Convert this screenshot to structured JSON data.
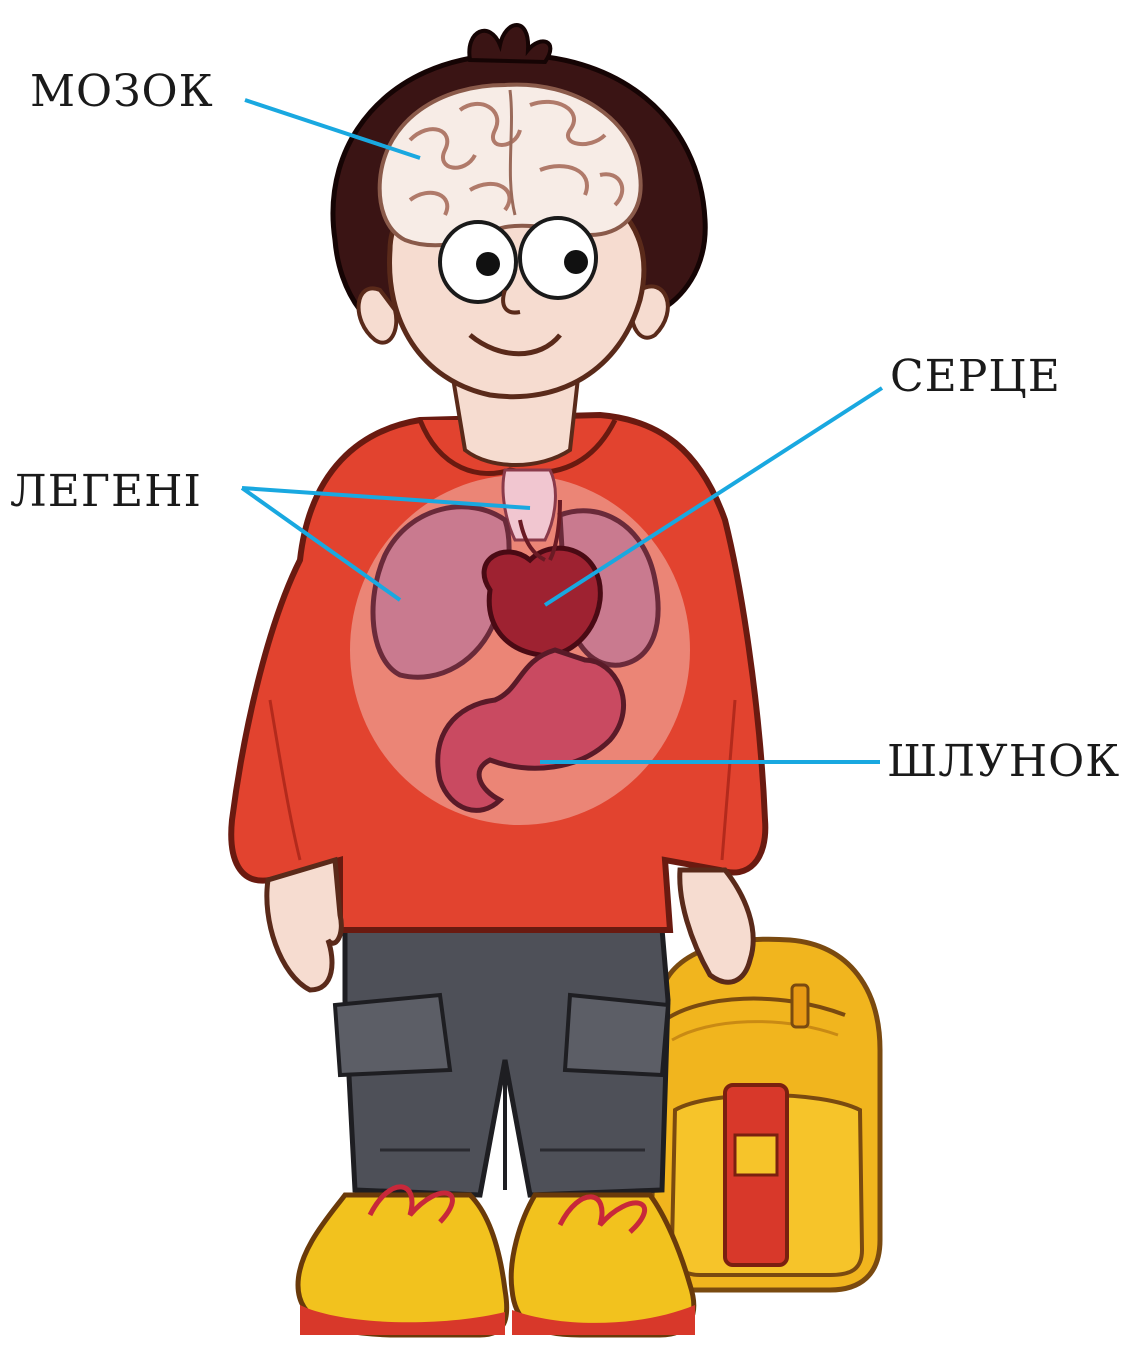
{
  "labels": {
    "brain": "МОЗОК",
    "lungs": "ЛЕГЕНІ",
    "heart": "СЕРЦЕ",
    "stomach": "ШЛУНОК"
  },
  "colors": {
    "leader_line": "#19a8e0",
    "hoodie": "#e2432f",
    "hair": "#3a1414",
    "skin": "#f6dcd0",
    "lungs": "#c97a8f",
    "heart": "#9e2231",
    "stomach": "#c94a61",
    "pants": "#4e5058",
    "shoes": "#f2c21e",
    "backpack": "#f1b51e",
    "backpack_strap": "#d8382a"
  }
}
